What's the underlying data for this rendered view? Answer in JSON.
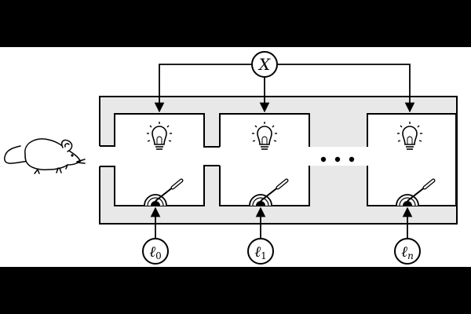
{
  "diagram": {
    "colors": {
      "letterbox": "#000000",
      "background": "#ffffff",
      "wall_fill": "#e8e8e8",
      "stroke": "#000000"
    },
    "top_node": {
      "symbol": "X"
    },
    "rooms": [
      {
        "light_icon": "lightbulb-icon",
        "switch_icon": "lever-switch-icon",
        "input": {
          "base": "ℓ",
          "sub": "0"
        }
      },
      {
        "light_icon": "lightbulb-icon",
        "switch_icon": "lever-switch-icon",
        "input": {
          "base": "ℓ",
          "sub": "1"
        }
      },
      {
        "light_icon": "lightbulb-icon",
        "switch_icon": "lever-switch-icon",
        "input": {
          "base": "ℓ",
          "sub": "n"
        }
      }
    ],
    "gap_icon": "ellipsis-icon",
    "agent_icon": "mouse-icon"
  }
}
